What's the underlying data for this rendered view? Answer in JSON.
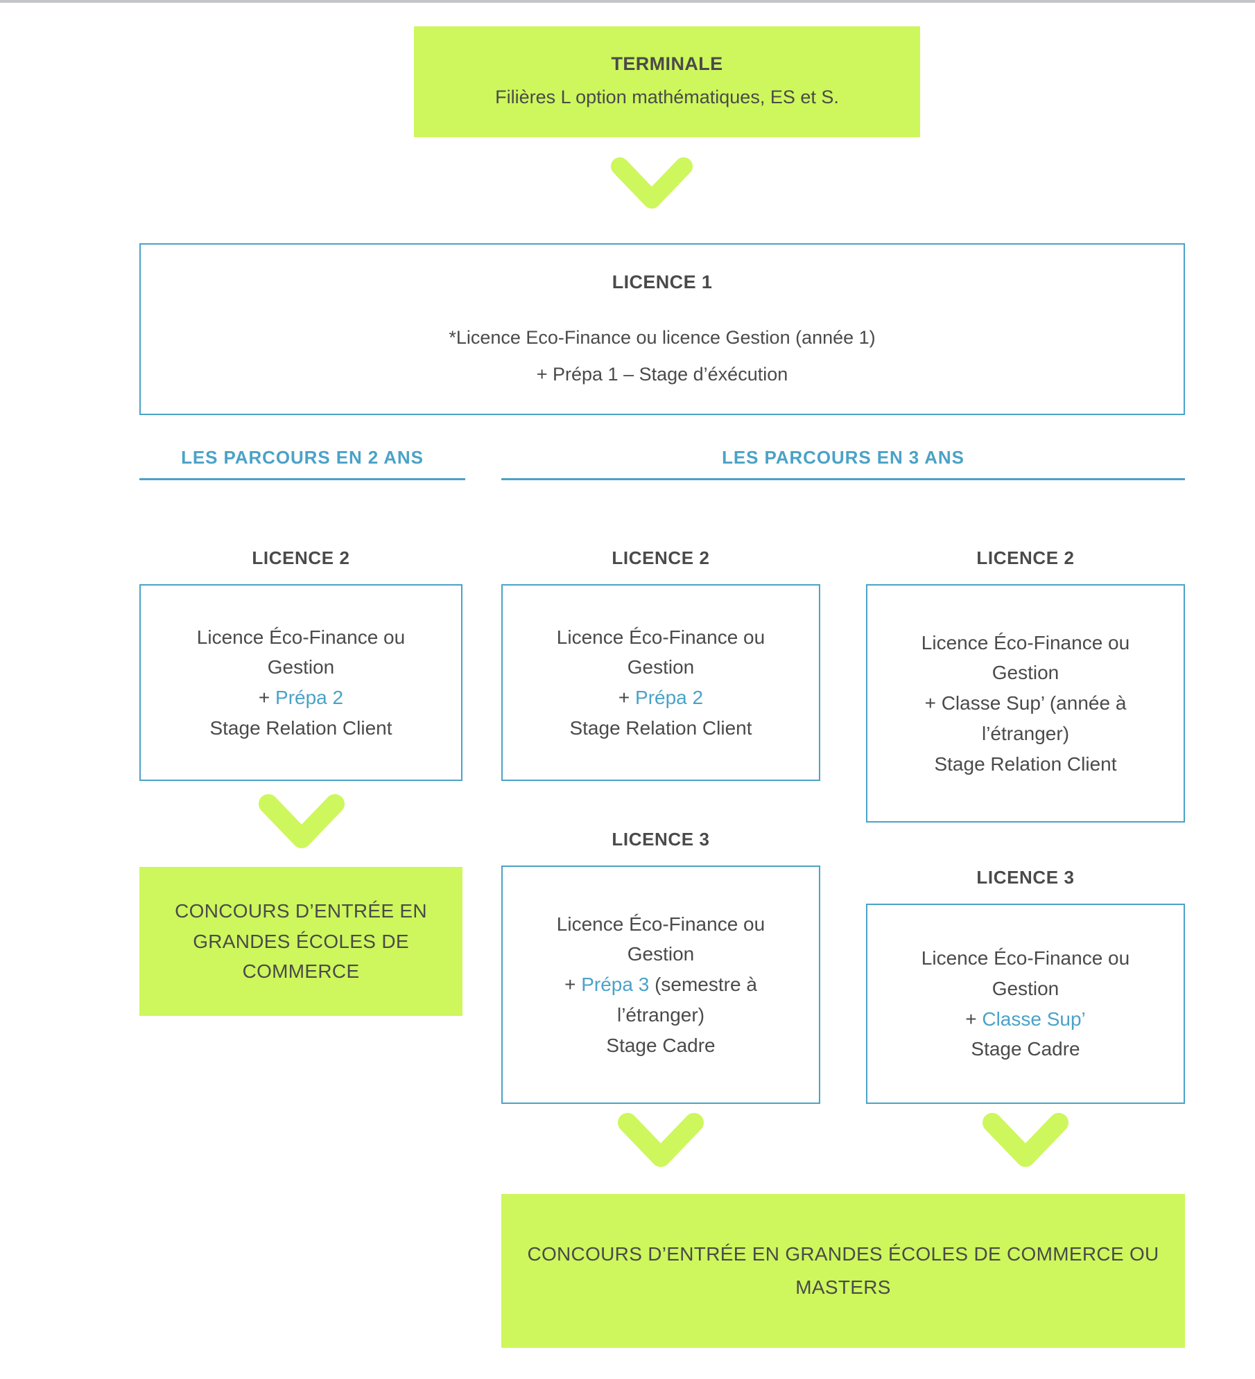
{
  "diagram": {
    "title_node": {
      "heading": "TERMINALE",
      "subtitle": "Filières L option mathématiques, ES et S."
    },
    "licence1": {
      "heading": "LICENCE 1",
      "line1": "*Licence Eco-Finance ou licence Gestion (année 1)",
      "line2": "+ Prépa 1 – Stage d’éxécution"
    },
    "sections": [
      {
        "label": "LES PARCOURS EN 2 ANS"
      },
      {
        "label": "LES PARCOURS EN 3 ANS"
      }
    ],
    "col_left": {
      "licence2_label": "LICENCE 2",
      "licence2_lines": [
        {
          "text": "Licence Éco-Finance ou",
          "accent": ""
        },
        {
          "text": "Gestion",
          "accent": ""
        },
        {
          "text": "+ ",
          "accent": "Prépa 2"
        },
        {
          "text": "Stage Relation Client",
          "accent": ""
        }
      ],
      "outcome": {
        "line1": "CONCOURS D’ENTRÉE EN",
        "line2": "GRANDES ÉCOLES DE",
        "line3": "COMMERCE"
      }
    },
    "col_middle": {
      "licence2_label": "LICENCE 2",
      "licence2_lines": [
        {
          "text": "Licence Éco-Finance ou",
          "accent": ""
        },
        {
          "text": "Gestion",
          "accent": ""
        },
        {
          "text": "+ ",
          "accent": "Prépa 2"
        },
        {
          "text": "Stage Relation Client",
          "accent": ""
        }
      ],
      "licence3_label": "LICENCE 3",
      "licence3_lines": [
        {
          "text": "Licence Éco-Finance ou",
          "accent": ""
        },
        {
          "text": "Gestion",
          "accent": ""
        },
        {
          "text": "+ ",
          "accent": "Prépa 3",
          "tail": " (semestre à"
        },
        {
          "text": "l’étranger)",
          "accent": ""
        },
        {
          "text": "Stage Cadre",
          "accent": ""
        }
      ]
    },
    "col_right": {
      "licence2_label": "LICENCE 2",
      "licence2_lines": [
        {
          "text": "Licence Éco-Finance ou",
          "accent": ""
        },
        {
          "text": "Gestion",
          "accent": ""
        },
        {
          "text": "+ Classe Sup’ (année à",
          "accent": ""
        },
        {
          "text": "l’étranger)",
          "accent": ""
        },
        {
          "text": "Stage Relation Client",
          "accent": ""
        }
      ],
      "licence3_label": "LICENCE 3",
      "licence3_lines": [
        {
          "text": "Licence Éco-Finance ou",
          "accent": ""
        },
        {
          "text": "Gestion",
          "accent": ""
        },
        {
          "text": "+ ",
          "accent": "Classe Sup’"
        },
        {
          "text": "Stage Cadre",
          "accent": ""
        }
      ]
    },
    "final_outcome": {
      "line1": "CONCOURS D’ENTRÉE EN GRANDES ÉCOLES DE COMMERCE OU",
      "line2": "MASTERS"
    },
    "colors": {
      "green": "#cdf75c",
      "blue": "#4ba2c7",
      "text": "#4a4a4a"
    },
    "icons": {
      "chevron": "chevron-down-icon"
    }
  }
}
